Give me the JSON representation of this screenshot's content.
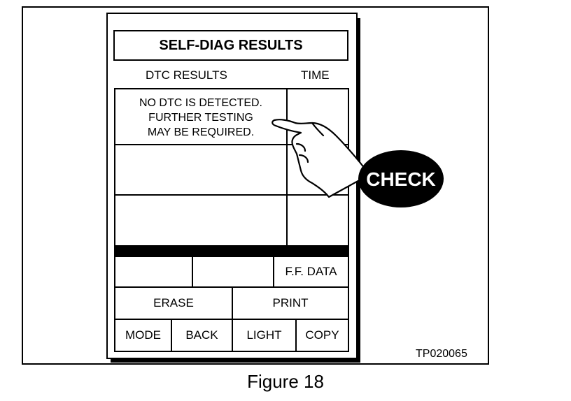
{
  "screen": {
    "title": "SELF-DIAG RESULTS",
    "col_results": "DTC RESULTS",
    "col_time": "TIME",
    "message": [
      "NO DTC IS DETECTED.",
      "FURTHER TESTING",
      "MAY BE REQUIRED."
    ],
    "ff_data": "F.F. DATA",
    "erase": "ERASE",
    "print": "PRINT",
    "mode": "MODE",
    "back": "BACK",
    "light": "LIGHT",
    "copy": "COPY"
  },
  "callout": {
    "label": "CHECK"
  },
  "figure_code": "TP020065",
  "caption": "Figure 18"
}
